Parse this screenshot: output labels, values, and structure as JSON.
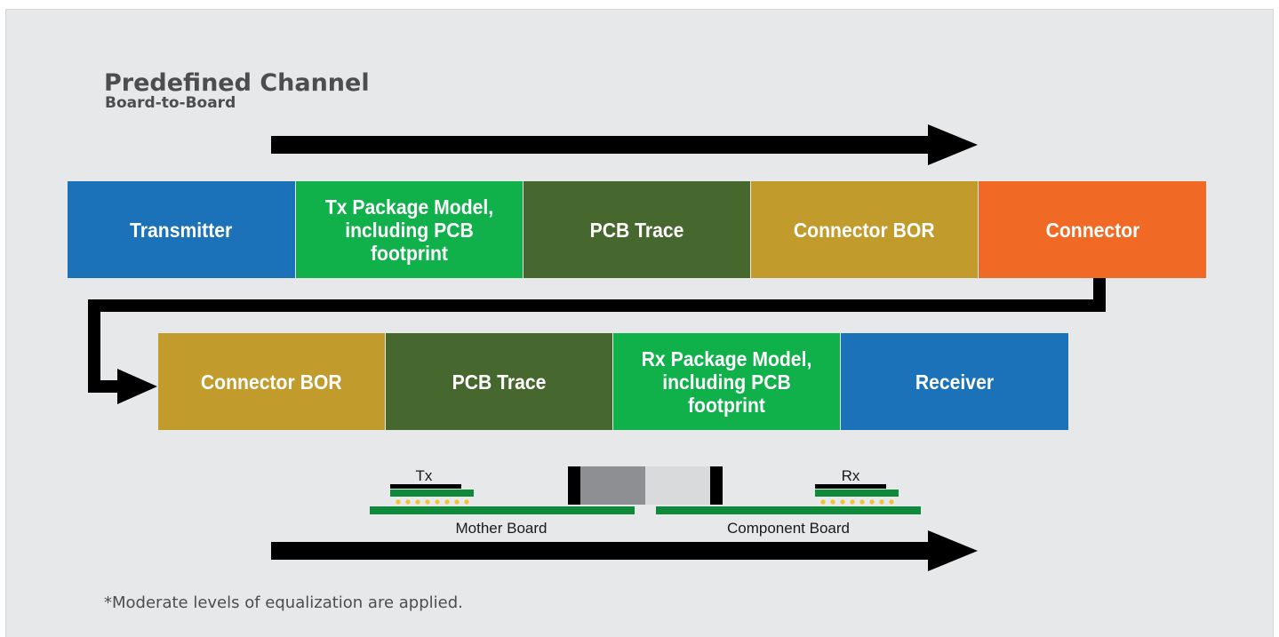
{
  "header": {
    "title": "Predefined Channel",
    "subtitle": "Board-to-Board"
  },
  "row1": [
    {
      "label": "Transmitter",
      "color": "#1b72b9"
    },
    {
      "label": "Tx Package Model, including PCB footprint",
      "color": "#10b04b"
    },
    {
      "label": "PCB Trace",
      "color": "#46682f"
    },
    {
      "label": "Connector BOR",
      "color": "#c19b2c"
    },
    {
      "label": "Connector",
      "color": "#f06925"
    }
  ],
  "row2": [
    {
      "label": "Connector BOR",
      "color": "#c19b2c"
    },
    {
      "label": "PCB Trace",
      "color": "#46682f"
    },
    {
      "label": "Rx Package Model, including PCB footprint",
      "color": "#10b04b"
    },
    {
      "label": "Receiver",
      "color": "#1b72b9"
    }
  ],
  "illustration": {
    "tx_label": "Tx",
    "rx_label": "Rx",
    "mother_board_label": "Mother Board",
    "component_board_label": "Component Board",
    "board_color": "#0f8a3b",
    "ball_color": "#f2c230"
  },
  "footnote": "*Moderate levels of equalization are applied."
}
